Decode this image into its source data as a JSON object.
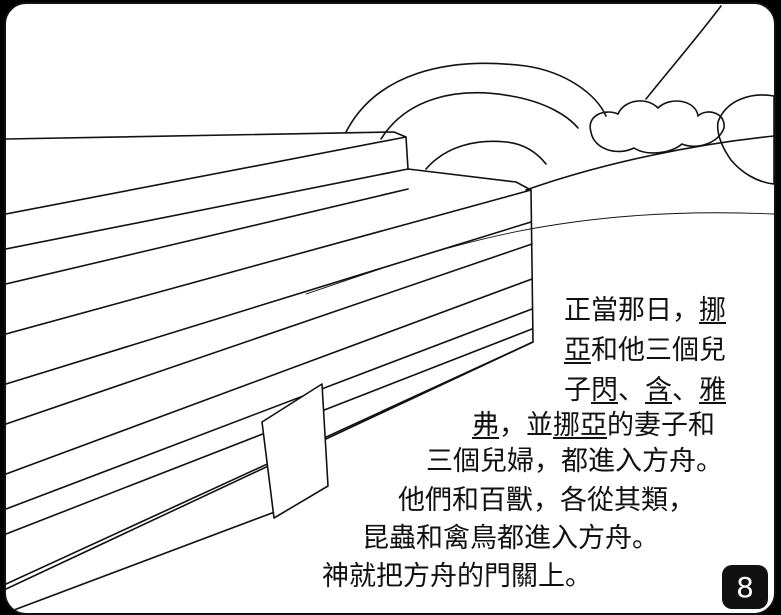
{
  "story": {
    "line1": [
      "正當那日，",
      "挪"
    ],
    "line2": [
      "亞",
      "和他三個兒"
    ],
    "line3": [
      "子",
      "閃",
      "、",
      "含",
      "、",
      "雅"
    ],
    "line4": [
      "弗",
      "，並",
      "挪亞",
      "的妻子和"
    ],
    "line5": "三個兒婦，都進入方舟。",
    "line6": "他們和百獸，各從其類，",
    "line7": "昆蟲和禽鳥都進入方舟。",
    "line8": "神就把方舟的門關上。"
  },
  "page": {
    "number": "8"
  }
}
